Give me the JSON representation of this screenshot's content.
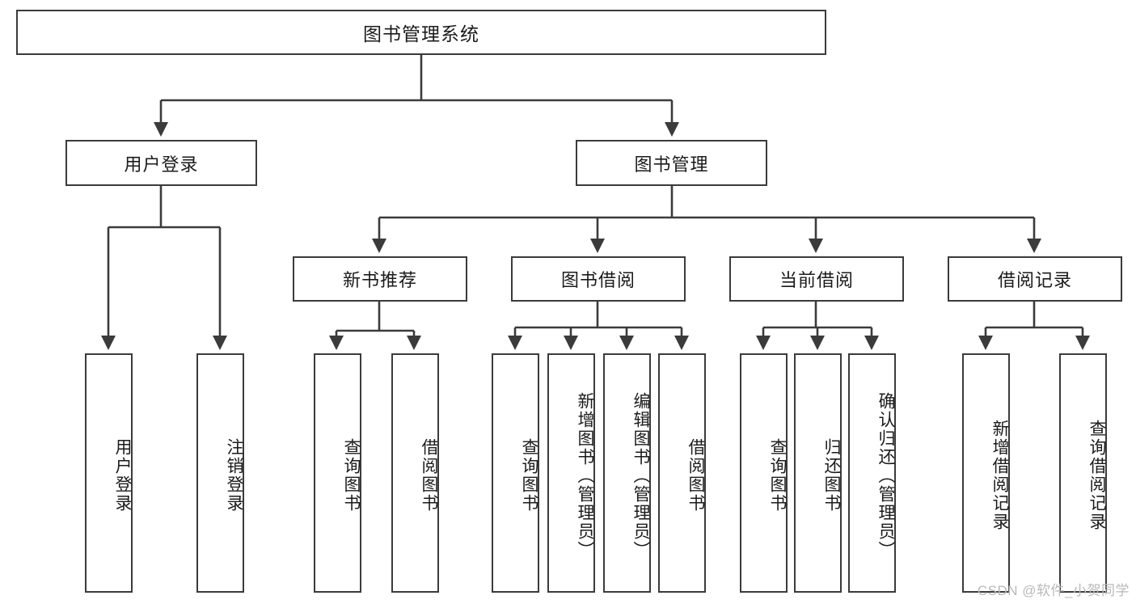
{
  "diagram": {
    "type": "tree-hierarchy-chart",
    "title": "图书管理系统",
    "colors": {
      "box_border": "#3b3b3b",
      "box_fill": "#ffffff",
      "edge": "#3b3b3b",
      "text": "#1b1b1b",
      "watermark": "#b9b9b9",
      "background": "#ffffff"
    },
    "root": {
      "label": "图书管理系统"
    },
    "level2": [
      {
        "label": "用户登录"
      },
      {
        "label": "图书管理"
      }
    ],
    "level3": [
      {
        "label": "新书推荐"
      },
      {
        "label": "图书借阅"
      },
      {
        "label": "当前借阅"
      },
      {
        "label": "借阅记录"
      }
    ],
    "leaves": {
      "user_login": [
        {
          "label": "用户登录"
        },
        {
          "label": "注销登录"
        }
      ],
      "new_book_recommend": [
        {
          "label": "查询图书"
        },
        {
          "label": "借阅图书"
        }
      ],
      "book_borrow": [
        {
          "label": "查询图书"
        },
        {
          "label": "新增图书（管理员）"
        },
        {
          "label": "编辑图书（管理员）"
        },
        {
          "label": "借阅图书"
        }
      ],
      "current_borrow": [
        {
          "label": "查询图书"
        },
        {
          "label": "归还图书"
        },
        {
          "label": "确认归还（管理员）"
        }
      ],
      "borrow_record": [
        {
          "label": "新增借阅记录"
        },
        {
          "label": "查询借阅记录"
        }
      ]
    }
  },
  "watermark": {
    "text": "CSDN @软件_小贺同学"
  }
}
